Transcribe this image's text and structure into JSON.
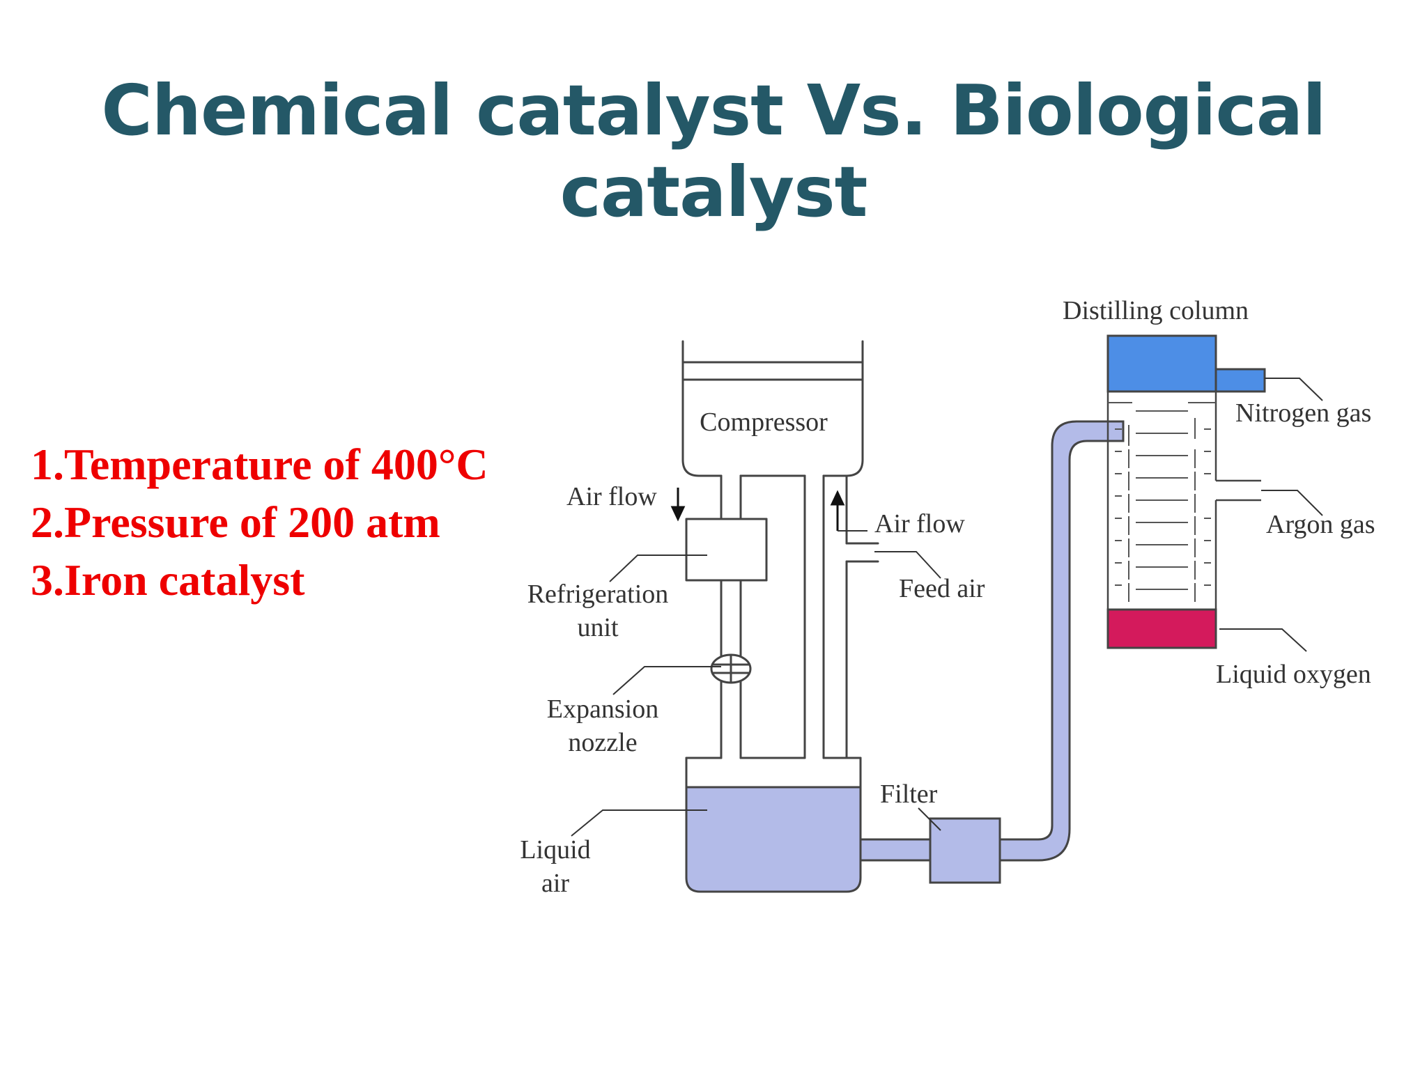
{
  "slide": {
    "title": "Chemical catalyst Vs. Biological catalyst"
  },
  "conditions": [
    "1.Temperature of 400°C",
    "2.Pressure of 200 atm",
    "3.Iron catalyst"
  ],
  "diagram": {
    "labels": {
      "compressor": "Compressor",
      "air_flow_down": "Air flow",
      "air_flow_up": "Air flow",
      "refrigeration_1": "Refrigeration",
      "refrigeration_2": "unit",
      "feed_air": "Feed air",
      "expansion_1": "Expansion",
      "expansion_2": "nozzle",
      "filter": "Filter",
      "liquid_air_1": "Liquid",
      "liquid_air_2": "air",
      "distilling_column": "Distilling column",
      "nitrogen_gas": "Nitrogen gas",
      "argon_gas": "Argon gas",
      "liquid_oxygen": "Liquid oxygen"
    },
    "colors": {
      "liquid_air": "#b3bbe8",
      "nitrogen": "#4d8ee6",
      "liquid_oxygen": "#d41a5c",
      "outline": "#444444"
    }
  }
}
